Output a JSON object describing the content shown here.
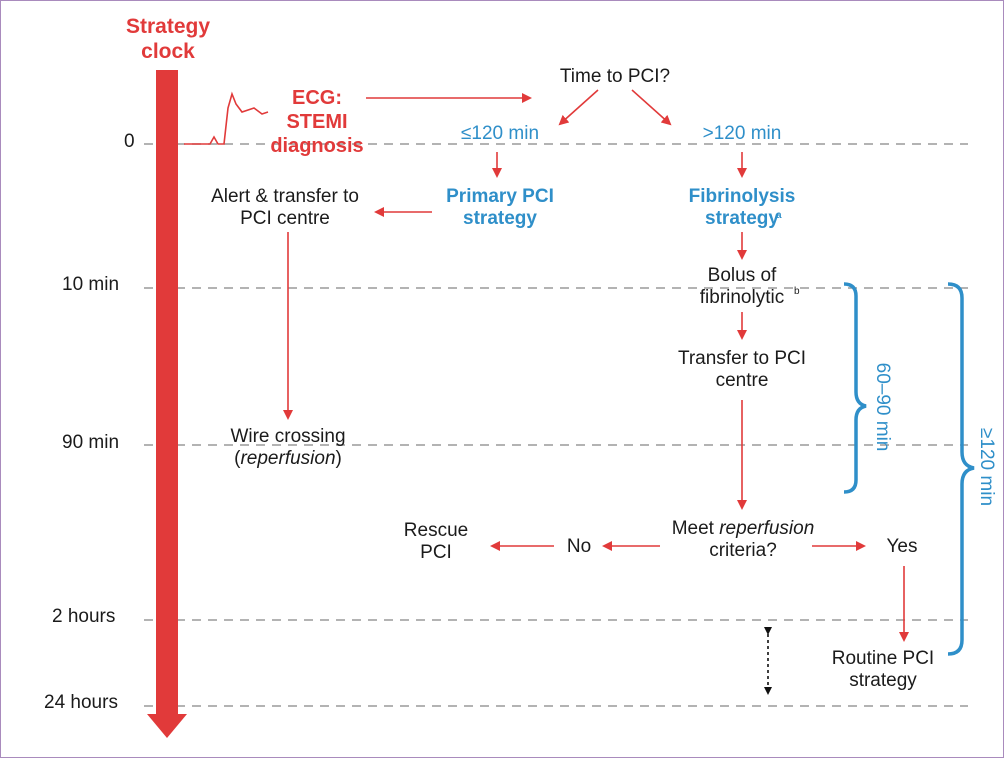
{
  "title": "Strategy clock",
  "time_labels": {
    "t0": "0",
    "t10": "10 min",
    "t90": "90 min",
    "t2h": "2 hours",
    "t24h": "24 hours"
  },
  "nodes": {
    "ecg": "ECG: STEMI diagnosis",
    "time_to_pci": "Time to PCI?",
    "le120": "≤120 min",
    "gt120": ">120 min",
    "primary_pci_strategy": "Primary PCI strategy",
    "fibrinolysis_strategy": "Fibrinolysis strategy",
    "fibrinolysis_sup": "a",
    "alert_transfer": "Alert & transfer to PCI centre",
    "bolus": "Bolus of fibrinolytic",
    "bolus_sup": "b",
    "transfer": "Transfer to PCI centre",
    "wire_crossing": "Wire crossing",
    "reperfusion": "reperfusion",
    "meet_reperfusion_1": "Meet",
    "meet_reperfusion_2": "reperfusion",
    "meet_reperfusion_3": "criteria?",
    "no": "No",
    "yes": "Yes",
    "rescue_pci": "Rescue PCI",
    "routine_pci": "Routine PCI strategy"
  },
  "brackets": {
    "b60_90": "60–90 min",
    "b120": "≥120 min"
  },
  "colors": {
    "red": "#e13a3a",
    "blue": "#2f8fc9",
    "text": "#1b1b1b",
    "dashed": "#9a9a9a",
    "frame": "#a98bbd"
  }
}
